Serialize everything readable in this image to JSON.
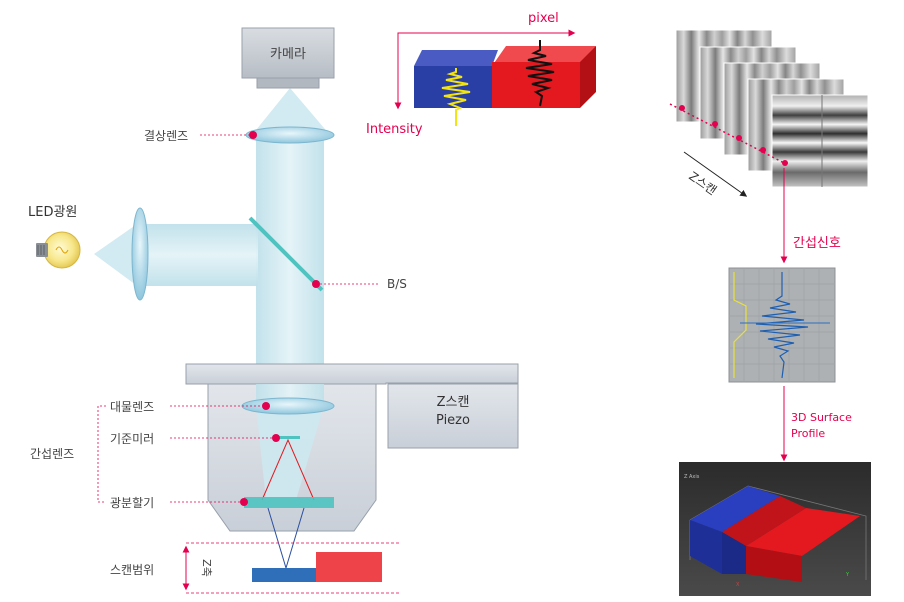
{
  "labels": {
    "camera": "카메라",
    "imaging_lens": "결상렌즈",
    "led_source": "LED광원",
    "beam_splitter": "B/S",
    "z_scan_piezo_line1": "Z스캔",
    "z_scan_piezo_line2": "Piezo",
    "objective_lens": "대물렌즈",
    "reference_mirror": "기준미러",
    "beam_splitter_plate": "광분할기",
    "interference_lens": "간섭렌즈",
    "scan_range": "스캔범위",
    "z_axis": "Z축",
    "pixel": "pixel",
    "intensity": "Intensity",
    "z_scan": "Z스캔",
    "interference_signal": "간섭신호",
    "surface_profile_line1": "3D Surface",
    "surface_profile_line2": "Profile"
  },
  "colors": {
    "accent": "#e4004f",
    "blue_block": "#2a3fa6",
    "red_block": "#e3191f",
    "beam": "#cfe8ef",
    "lens": "#a9d4e6",
    "teal_mirror": "#4fc3c0",
    "housing": "#d6dbe2"
  }
}
